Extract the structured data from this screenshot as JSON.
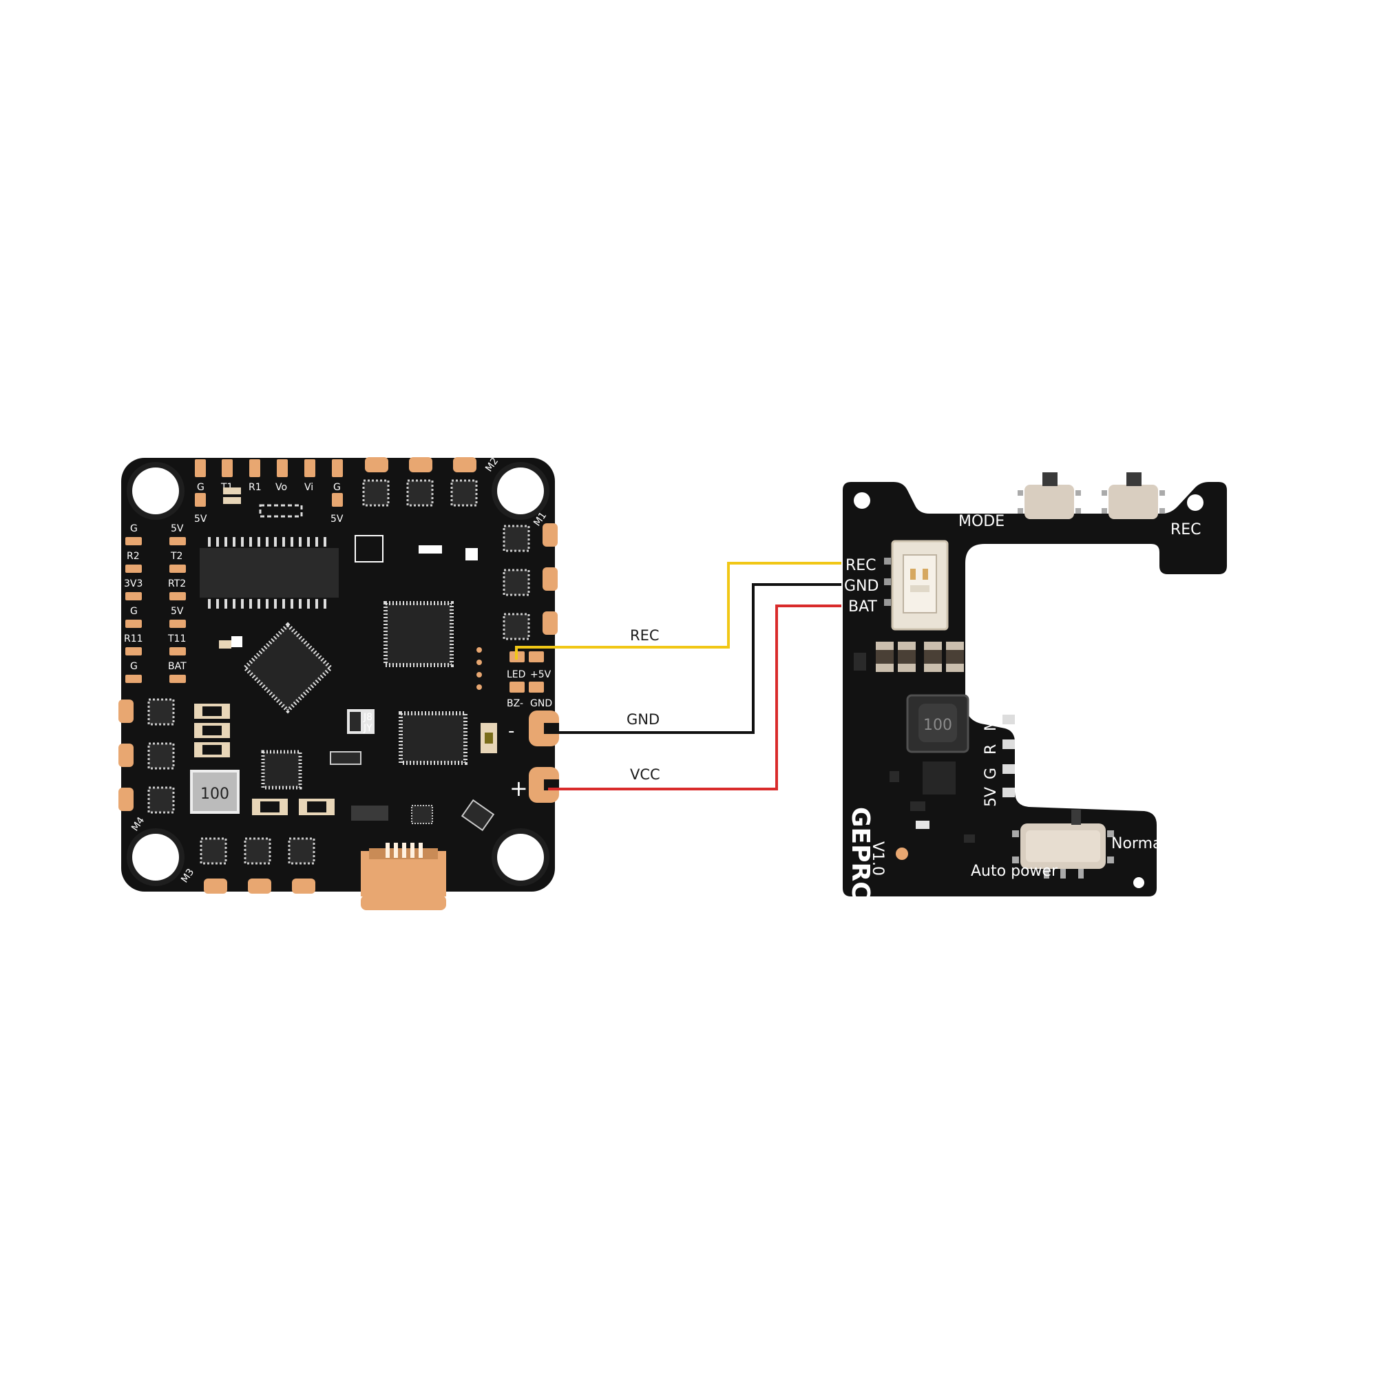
{
  "flight_controller": {
    "top_labels": [
      "G",
      "T1",
      "R1",
      "Vo",
      "Vi",
      "G"
    ],
    "top_sublabels": [
      "5V",
      "5V"
    ],
    "left_col_labels": [
      "G",
      "R2",
      "3V3",
      "G",
      "R11",
      "G"
    ],
    "right_col_labels": [
      "5V",
      "T2",
      "RT2",
      "5V",
      "T11",
      "BAT"
    ],
    "motor_labels": [
      "M1",
      "M2",
      "M3",
      "M4"
    ],
    "connector_labels": [
      "LED",
      "+5V",
      "BZ-",
      "GND"
    ],
    "minus_label": "-",
    "plus_label": "+",
    "inductor_label": "100",
    "chip_marks": [
      "J8",
      "JY"
    ]
  },
  "wires": [
    {
      "label": "REC",
      "color": "#f1c716"
    },
    {
      "label": "GND",
      "color": "#111111"
    },
    {
      "label": "VCC",
      "color": "#d92b2b"
    }
  ],
  "control_board": {
    "mode_label": "MODE",
    "rec_label": "REC",
    "connector_labels": [
      "REC",
      "GND",
      "BAT"
    ],
    "inductor_label": "100",
    "pin_labels": [
      "M",
      "R",
      "G",
      "5V"
    ],
    "brand": "GEPRC",
    "version": "V1.0",
    "switch_left_label": "Auto power",
    "switch_right_label": "Normal"
  },
  "colors": {
    "pcb": "#121212",
    "pad": "#e8a771",
    "silkscreen": "#ffffff"
  }
}
